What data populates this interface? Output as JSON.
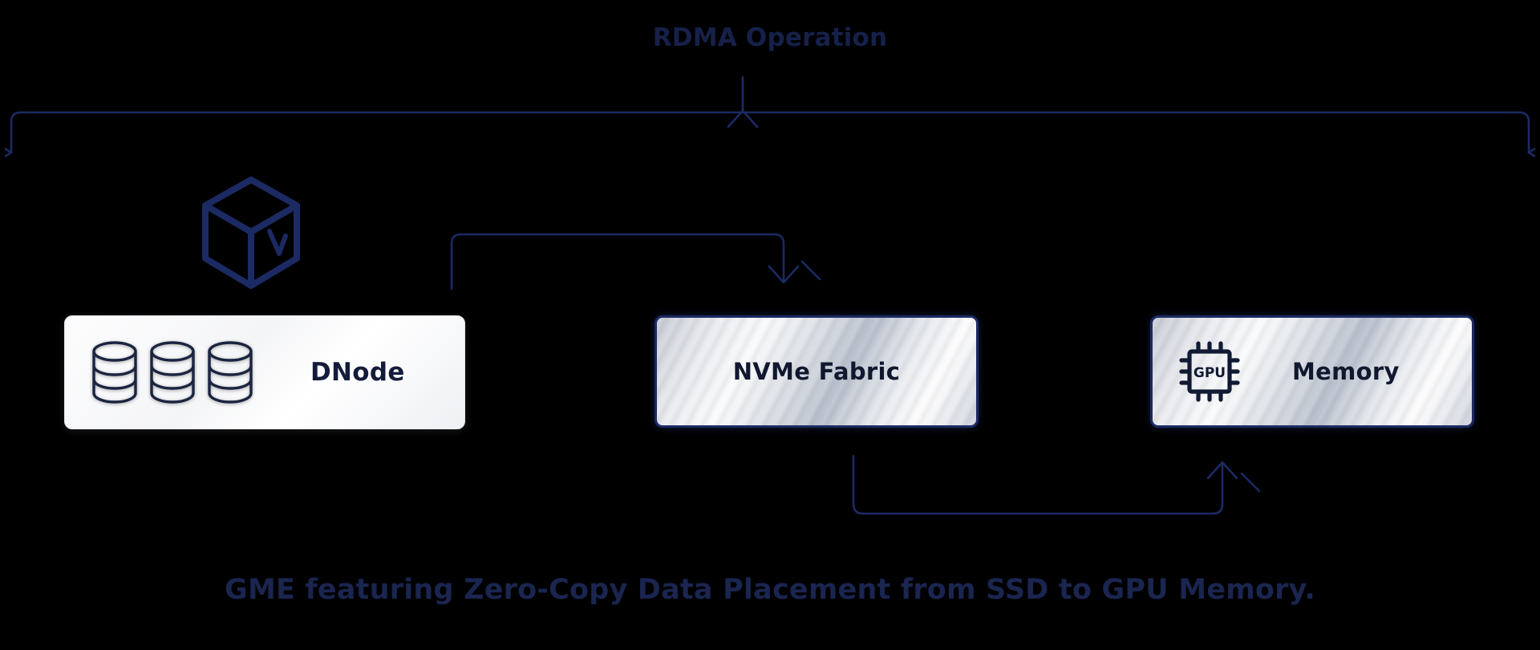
{
  "diagram": {
    "title": "RDMA Operation",
    "caption": "GME featuring Zero-Copy Data Placement from SSD to GPU Memory.",
    "background_color": "#000000",
    "accent_color": "#1c2a63",
    "text_color": "#16214a",
    "nodes": [
      {
        "id": "dnode",
        "label": "DNode",
        "icon": "database-stack-icon",
        "style": "light-panel",
        "border_color": "#e3e6ea",
        "fill": "#f7f8fa"
      },
      {
        "id": "nvme-fabric",
        "label": "NVMe Fabric",
        "icon": "none",
        "style": "metallic-panel",
        "border_color": "#1c2a63",
        "fill": "#d8dce4"
      },
      {
        "id": "memory",
        "label": "Memory",
        "icon": "gpu-chip-icon",
        "icon_label": "GPU",
        "style": "metallic-panel",
        "border_color": "#1c2a63",
        "fill": "#d8dce4"
      }
    ],
    "decorations": [
      {
        "id": "cube",
        "icon": "3d-cube-icon"
      }
    ],
    "connectors": [
      {
        "id": "rdma-bracket",
        "label": "RDMA Operation",
        "from": "left-edge",
        "to": "right-edge",
        "style": "bracket-with-stem"
      },
      {
        "id": "dnode-to-nvme",
        "from": "dnode",
        "to": "nvme-fabric",
        "style": "elbow-arrow"
      },
      {
        "id": "nvme-to-memory",
        "from": "nvme-fabric",
        "to": "memory",
        "style": "elbow-arrow"
      }
    ]
  }
}
